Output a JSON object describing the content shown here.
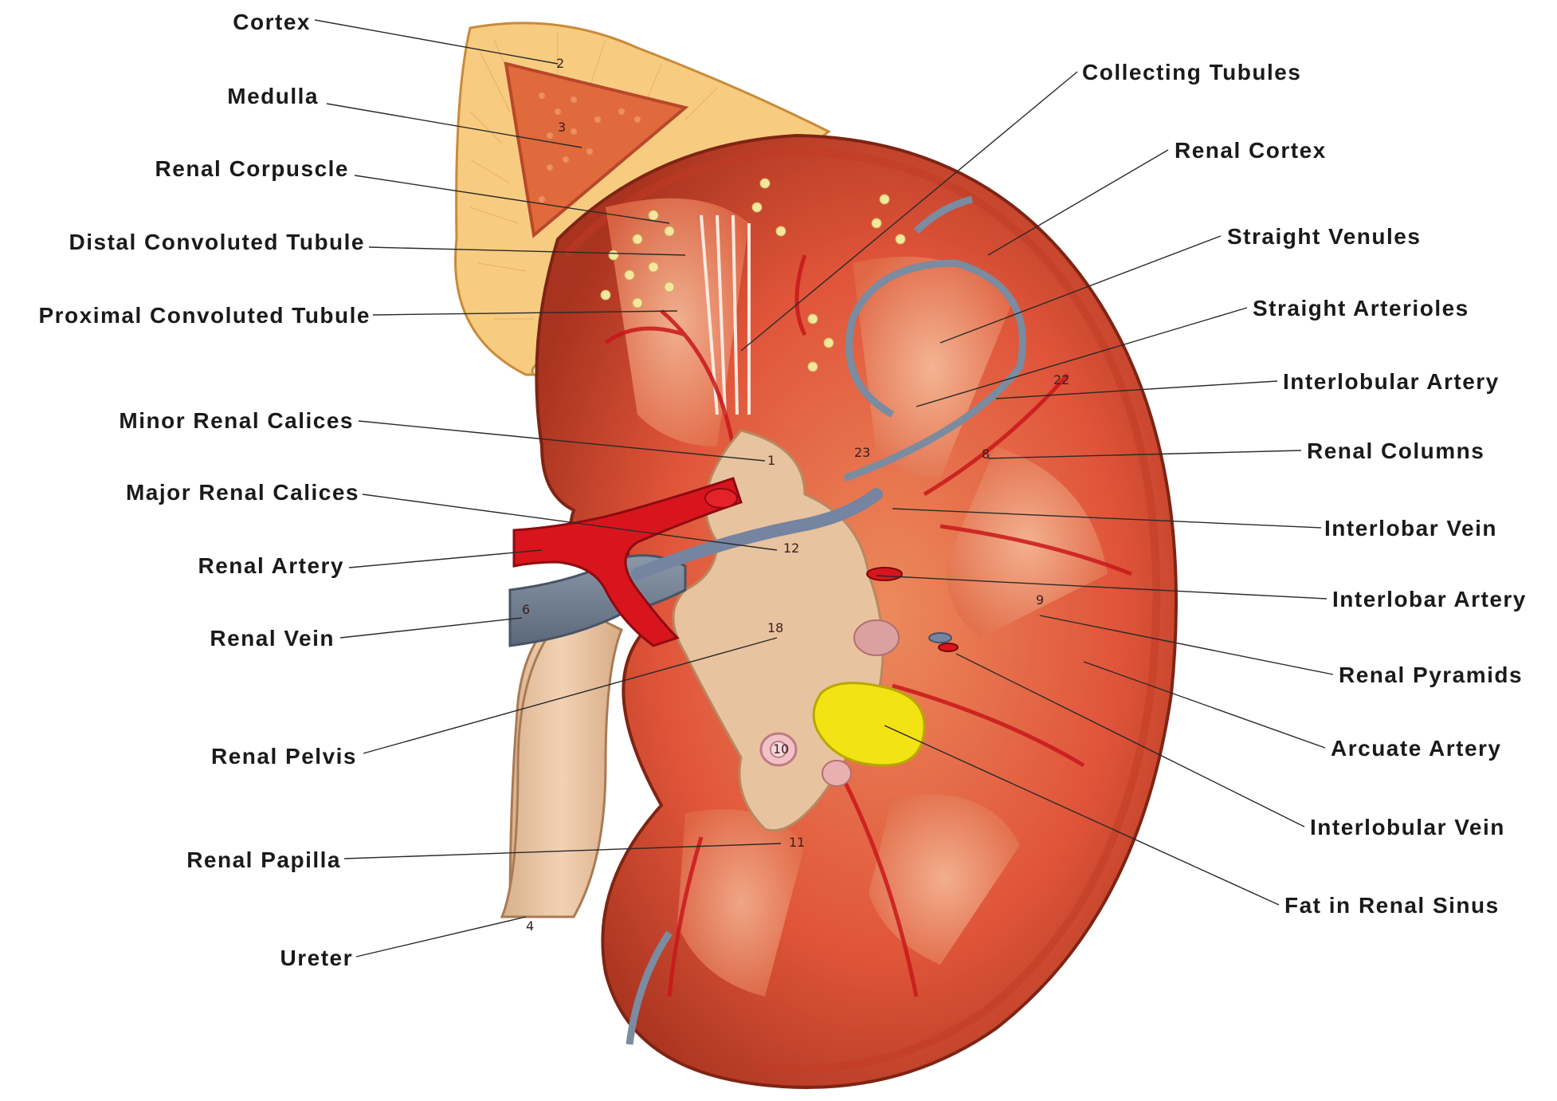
{
  "diagram": {
    "labels_left": [
      "Cortex",
      "Medulla",
      "Renal Corpuscle",
      "Distal Convoluted Tubule",
      "Proximal Convoluted Tubule",
      "Minor Renal Calices",
      "Major Renal Calices",
      "Renal Artery",
      "Renal Vein",
      "Renal Pelvis",
      "Renal Papilla",
      "Ureter"
    ],
    "labels_right": [
      "Collecting Tubules",
      "Renal Cortex",
      "Straight Venules",
      "Straight Arterioles",
      "Interlobular Artery",
      "Renal Columns",
      "Interlobar Vein",
      "Interlobar Artery",
      "Renal Pyramids",
      "Arcuate Artery",
      "Interlobular Vein",
      "Fat in Renal Sinus"
    ],
    "model_numbers": [
      "2",
      "3",
      "1",
      "23",
      "12",
      "6",
      "18",
      "10",
      "11",
      "4",
      "9",
      "22",
      "8"
    ]
  },
  "colors": {
    "cortex_yellow": "#f6c978",
    "medulla_orange": "#e2663a",
    "kidney_red": "#d9482e",
    "artery_red": "#d8151c",
    "vein_blue": "#6f7e91",
    "pelvis_tan": "#e9c7a3",
    "fat_yellow": "#f3e315"
  }
}
